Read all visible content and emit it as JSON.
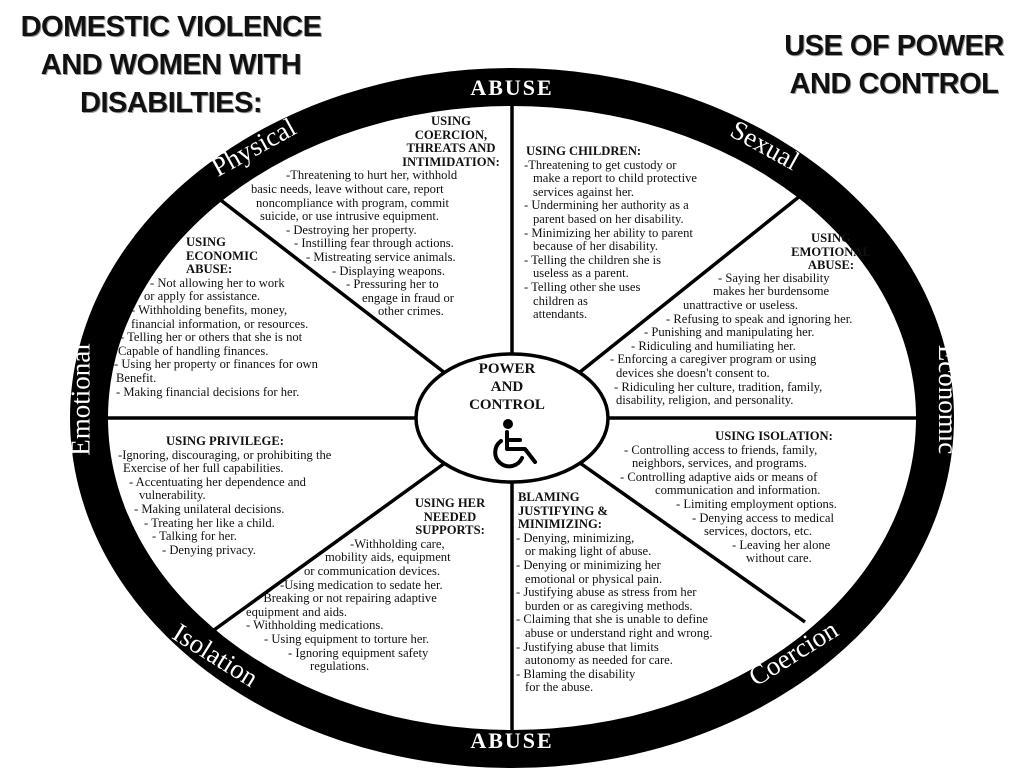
{
  "titles": {
    "left": [
      "DOMESTIC VIOLENCE",
      "AND WOMEN WITH",
      "DISABILTIES:"
    ],
    "right": [
      "USE OF POWER",
      "AND CONTROL"
    ]
  },
  "rim": {
    "top": "ABUSE",
    "bottom": "ABUSE",
    "physical": "Physical",
    "sexual": "Sexual",
    "emotional": "Emotional",
    "economic": "Economic",
    "isolation": "Isolation",
    "coercion": "Coercion"
  },
  "hub": {
    "lines": [
      "POWER",
      "AND",
      "CONTROL"
    ],
    "icon": "wheelchair-icon"
  },
  "colors": {
    "rim": "#000000",
    "background": "#ffffff",
    "text": "#111111"
  },
  "sections": {
    "coercion_threats": {
      "heading": [
        "USING",
        "COERCION,",
        "THREATS AND",
        "INTIMIDATION:"
      ],
      "lines": [
        "-Threatening to hurt her, withhold",
        "basic needs, leave without care, report",
        "noncompliance with program, commit",
        "suicide, or use intrusive equipment.",
        "- Destroying her property.",
        "- Instilling fear through actions.",
        "- Mistreating service animals.",
        "- Displaying weapons.",
        "- Pressuring her to",
        "engage in fraud or",
        "other crimes."
      ]
    },
    "children": {
      "heading": [
        "USING CHILDREN:"
      ],
      "lines": [
        "-Threatening to get custody or",
        "make a report to child protective",
        "services against her.",
        "- Undermining her authority as a",
        "parent based on her disability.",
        "- Minimizing her ability to parent",
        "because of her disability.",
        "- Telling the children she is",
        "useless as a parent.",
        "- Telling other she uses",
        "children as",
        "attendants."
      ]
    },
    "emotional": {
      "heading": [
        "USING",
        "EMOTIONAL",
        "ABUSE:"
      ],
      "lines": [
        "- Saying her disability",
        "makes her burdensome",
        "unattractive or useless.",
        "- Refusing to speak and ignoring her.",
        "- Punishing and manipulating her.",
        "- Ridiculing and humiliating her.",
        "- Enforcing a caregiver program or using",
        "devices she doesn't consent to.",
        "- Ridiculing her culture, tradition, family,",
        "disability, religion, and personality."
      ]
    },
    "economic": {
      "heading": [
        "USING",
        "ECONOMIC",
        "ABUSE:"
      ],
      "lines": [
        "- Not allowing her to work",
        "or apply for assistance.",
        "- Withholding benefits, money,",
        "financial information, or resources.",
        "- Telling her or others that she is not",
        "Capable of handling finances.",
        "- Using her property or finances for own",
        "Benefit.",
        "- Making financial decisions for her."
      ]
    },
    "isolation": {
      "heading": [
        "USING ISOLATION:"
      ],
      "lines": [
        "- Controlling access to friends, family,",
        "neighbors, services, and programs.",
        "- Controlling adaptive aids or means of",
        "communication and information.",
        "- Limiting employment options.",
        "- Denying access to medical",
        "services, doctors, etc.",
        "- Leaving her alone",
        "without care."
      ]
    },
    "privilege": {
      "heading": [
        "USING PRIVILEGE:"
      ],
      "lines": [
        "-Ignoring, discouraging, or prohibiting the",
        "Exercise of her full capabilities.",
        "- Accentuating her dependence and",
        "vulnerability.",
        "- Making unilateral decisions.",
        "- Treating her like a child.",
        "- Talking for her.",
        "- Denying privacy."
      ]
    },
    "supports": {
      "heading": [
        "USING HER",
        "NEEDED",
        "SUPPORTS:"
      ],
      "lines": [
        "-Withholding care,",
        "mobility aids, equipment",
        "or communication devices.",
        "-Using medication to sedate her.",
        "- Breaking or not repairing adaptive",
        "equipment and aids.",
        "- Withholding medications.",
        "- Using equipment to torture her.",
        "- Ignoring equipment safety",
        "regulations."
      ]
    },
    "blaming": {
      "heading": [
        "BLAMING",
        "JUSTIFYING &",
        "MINIMIZING:"
      ],
      "lines": [
        "- Denying, minimizing,",
        "or making light of abuse.",
        "- Denying or minimizing her",
        "emotional or physical pain.",
        "- Justifying abuse as stress from her",
        "burden or as caregiving methods.",
        "- Claiming that she is unable to define",
        "abuse or understand right and wrong.",
        "- Justifying abuse that limits",
        "autonomy as needed for care.",
        "- Blaming the disability",
        "for the abuse."
      ]
    }
  }
}
